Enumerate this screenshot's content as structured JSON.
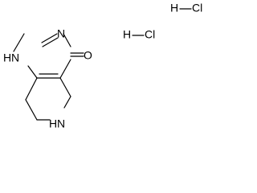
{
  "molecule": {
    "atoms": {
      "n1h": "N",
      "h_on_n1": "H",
      "n3": "N",
      "o": "O",
      "n6h": "N",
      "h_on_n6": "H"
    },
    "salts": [
      {
        "h": "H",
        "cl": "Cl"
      },
      {
        "h": "H",
        "cl": "Cl"
      }
    ]
  },
  "colors": {
    "ink": "#000000",
    "background": "#ffffff"
  }
}
